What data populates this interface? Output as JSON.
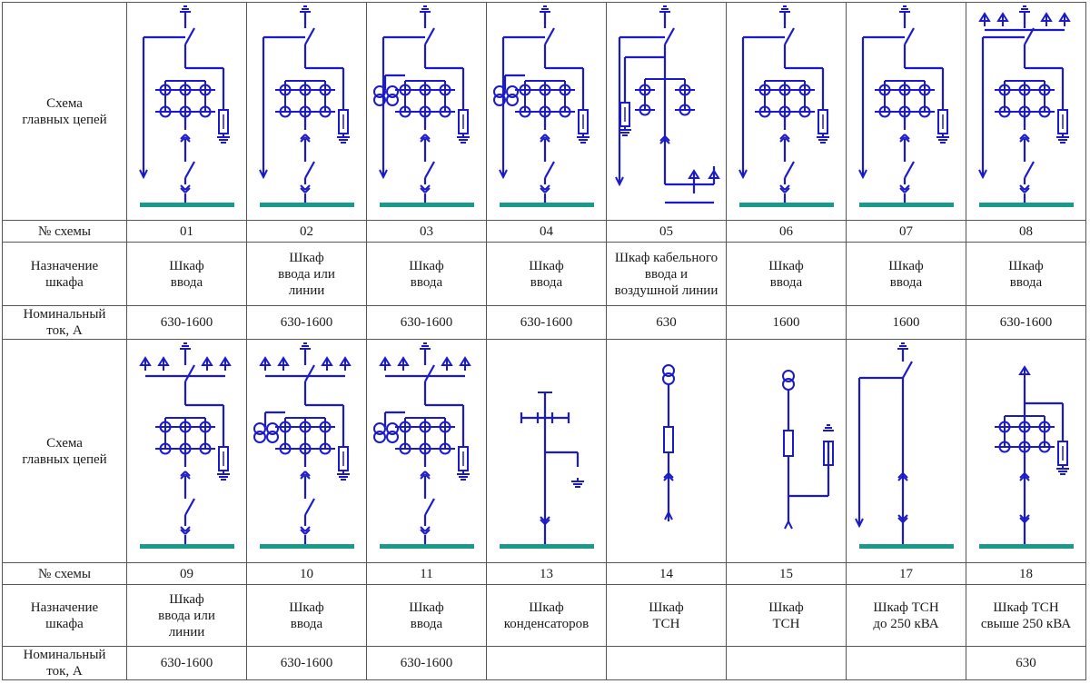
{
  "colors": {
    "line": "#1a1acc",
    "bus": "#1a9a8a",
    "grid": "#555555",
    "text": "#1a1a1a"
  },
  "labels": {
    "scheme": "Схема\nглавных цепей",
    "number": "№ схемы",
    "purpose": "Назначение\nшкафа",
    "current": "Номинальный\nток, А"
  },
  "row1": [
    {
      "number": "01",
      "purpose": "Шкаф\nввода",
      "current": "630-1600",
      "diagram": "input-cabinet-01"
    },
    {
      "number": "02",
      "purpose": "Шкаф\nввода или\nлинии",
      "current": "630-1600",
      "diagram": "input-or-line-cabinet-02"
    },
    {
      "number": "03",
      "purpose": "Шкаф\nввода",
      "current": "630-1600",
      "diagram": "input-cabinet-03"
    },
    {
      "number": "04",
      "purpose": "Шкаф\nввода",
      "current": "630-1600",
      "diagram": "input-cabinet-04"
    },
    {
      "number": "05",
      "purpose": "Шкаф кабельного\nввода и\nвоздушной линии",
      "current": "630",
      "diagram": "cable-overhead-cabinet-05"
    },
    {
      "number": "06",
      "purpose": "Шкаф\nввода",
      "current": "1600",
      "diagram": "input-cabinet-06"
    },
    {
      "number": "07",
      "purpose": "Шкаф\nввода",
      "current": "1600",
      "diagram": "input-cabinet-07"
    },
    {
      "number": "08",
      "purpose": "Шкаф\nввода",
      "current": "630-1600",
      "diagram": "input-cabinet-08"
    }
  ],
  "row2": [
    {
      "number": "09",
      "purpose": "Шкаф\nввода или\nлинии",
      "current": "630-1600",
      "diagram": "input-or-line-cabinet-09"
    },
    {
      "number": "10",
      "purpose": "Шкаф\nввода",
      "current": "630-1600",
      "diagram": "input-cabinet-10"
    },
    {
      "number": "11",
      "purpose": "Шкаф\nввода",
      "current": "630-1600",
      "diagram": "input-cabinet-11"
    },
    {
      "number": "13",
      "purpose": "Шкаф\nконденсаторов",
      "current": "",
      "diagram": "capacitor-cabinet-13"
    },
    {
      "number": "14",
      "purpose": "Шкаф\nТСН",
      "current": "",
      "diagram": "aux-transformer-cabinet-14"
    },
    {
      "number": "15",
      "purpose": "Шкаф\nТСН",
      "current": "",
      "diagram": "aux-transformer-cabinet-15"
    },
    {
      "number": "17",
      "purpose": "Шкаф ТСН\nдо 250 кВА",
      "current": "",
      "diagram": "aux-transformer-cabinet-17"
    },
    {
      "number": "18",
      "purpose": "Шкаф ТСН\nсвыше 250 кВА",
      "current": "630",
      "diagram": "aux-transformer-cabinet-18"
    }
  ]
}
